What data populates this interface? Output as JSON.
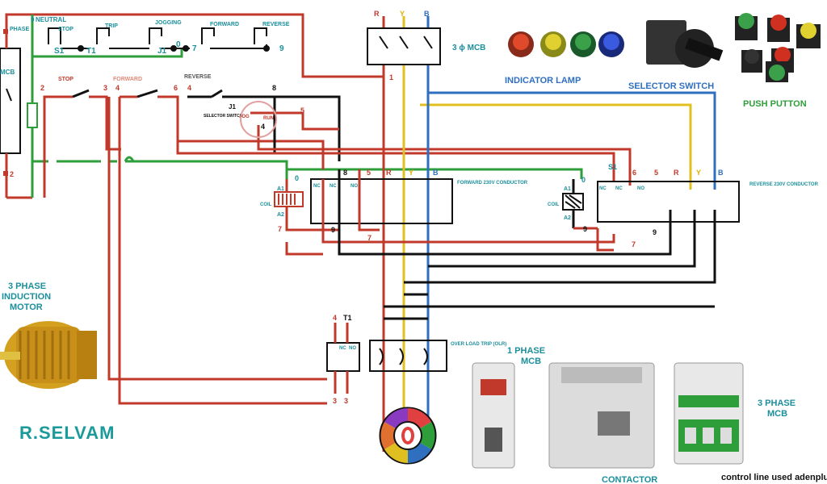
{
  "labels": {
    "phase": "PHASE",
    "neutral": "NEUTRAL",
    "stop_top": "STOP",
    "trip": "TRIP",
    "jogging": "JOGGING",
    "forward_top": "FORWARD",
    "reverse_top": "REVERSE",
    "s1": "S1",
    "t1": "T1",
    "j1": "J1",
    "stop": "STOP",
    "forward": "FORWARD",
    "reverse": "REVERSE",
    "selector_switch_small": "SELECTOR SWITCH",
    "jog": "JOG",
    "run": "RUN",
    "mcb_left": "MCB",
    "r": "R",
    "y": "Y",
    "b": "B",
    "mcb_3phase": "3 ɸ MCB",
    "indicator_lamp": "INDICATOR LAMP",
    "selector_switch": "SELECTOR SWITCH",
    "push_button": "PUSH PUTTON",
    "forward_conductor": "FORWARD 230V CONDUCTOR",
    "reverse_conductor": "REVERSE 230V CONDUCTOR",
    "coil": "COIL",
    "a1": "A1",
    "a2": "A2",
    "nc": "NC",
    "no": "NO",
    "motor": "3 PHASE INDUCTION MOTOR",
    "olr": "OVER LOAD TRIP (OLR)",
    "mcb_1phase": "1 PHASE MCB",
    "mcb_3phase_right": "3 PHASE MCB",
    "contactor": "CONTACTOR",
    "author": "R.SELVAM",
    "footer": "control line used adenplu"
  },
  "numbers": {
    "n0": "0",
    "n1": "1",
    "n2": "2",
    "n3": "3",
    "n4": "4",
    "n5": "5",
    "n6": "6",
    "n7": "7",
    "n8": "8",
    "n9": "9"
  },
  "colors": {
    "red": "#c0392b",
    "green": "#2e9e3a",
    "black": "#111111",
    "yellow": "#e0c020",
    "blue": "#2f6fc0",
    "label_teal": "#1b8f9b"
  }
}
